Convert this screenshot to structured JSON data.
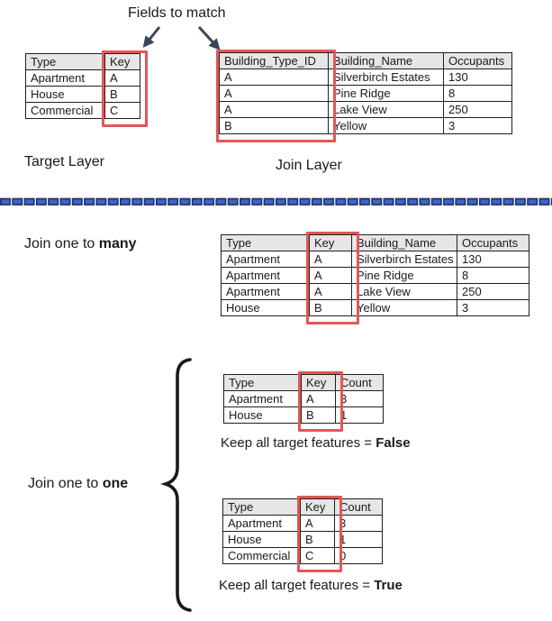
{
  "diagram_title": "Fields to match",
  "colors": {
    "highlight_red": "#e25757",
    "table_border": "#1f1f1f",
    "header_fill": "#e7e6e6",
    "arrow_navy": "#39455a",
    "divider_blue": "#3f63c9",
    "divider_dark": "#1e2f63"
  },
  "top_section": {
    "target_table": {
      "headers": [
        "Type",
        "Key"
      ],
      "rows": [
        [
          "Apartment",
          "A"
        ],
        [
          "House",
          "B"
        ],
        [
          "Commercial",
          "C"
        ]
      ]
    },
    "target_label": "Target Layer",
    "join_table": {
      "headers": [
        "Building_Type_ID",
        "Building_Name",
        "Occupants"
      ],
      "rows": [
        [
          "A",
          "Silverbirch Estates",
          "130"
        ],
        [
          "A",
          "Pine Ridge",
          "8"
        ],
        [
          "A",
          "Lake View",
          "250"
        ],
        [
          "B",
          "Yellow",
          "3"
        ]
      ]
    },
    "join_label": "Join Layer"
  },
  "one_to_many": {
    "label_prefix": "Join one to ",
    "label_bold": "many",
    "result_table": {
      "headers": [
        "Type",
        "Key",
        "Building_Name",
        "Occupants"
      ],
      "rows": [
        [
          "Apartment",
          "A",
          "Silverbirch Estates",
          "130"
        ],
        [
          "Apartment",
          "A",
          "Pine Ridge",
          "8"
        ],
        [
          "Apartment",
          "A",
          "Lake View",
          "250"
        ],
        [
          "House",
          "B",
          "Yellow",
          "3"
        ]
      ]
    }
  },
  "one_to_one": {
    "label_prefix": "Join one to ",
    "label_bold": "one",
    "keep_false": {
      "table": {
        "headers": [
          "Type",
          "Key",
          "Count"
        ],
        "rows": [
          [
            "Apartment",
            "A",
            "3"
          ],
          [
            "House",
            "B",
            "1"
          ]
        ]
      },
      "caption_prefix": "Keep all target features = ",
      "caption_bold": "False"
    },
    "keep_true": {
      "table": {
        "headers": [
          "Type",
          "Key",
          "Count"
        ],
        "rows": [
          [
            "Apartment",
            "A",
            "3"
          ],
          [
            "House",
            "B",
            "1"
          ],
          [
            "Commercial",
            "C",
            "0"
          ]
        ]
      },
      "caption_prefix": "Keep all target features = ",
      "caption_bold": "True"
    }
  }
}
